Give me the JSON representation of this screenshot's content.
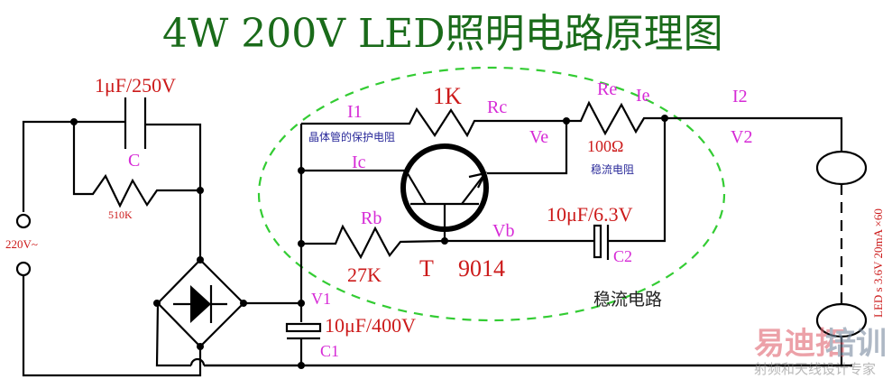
{
  "title": "4W 200V LED照明电路原理图",
  "colors": {
    "title": "#1a6b1a",
    "value": "#cc1a1a",
    "label": "#d62ad6",
    "note": "#2a2a9a",
    "dashed_region": "#33cc33"
  },
  "input": {
    "source": "220V~"
  },
  "components": {
    "c_value": "1μF/250V",
    "c_label": "C",
    "r_parallel": "510K",
    "rc_value": "1K",
    "rc_label": "Rc",
    "rc_note": "晶体管的保护电阻",
    "re_label": "Re",
    "re_value": "100Ω",
    "re_note": "稳流电阻",
    "rb_label": "Rb",
    "rb_value": "27K",
    "transistor_label": "T",
    "transistor_model": "9014",
    "c2_value": "10μF/6.3V",
    "c2_label": "C2",
    "c1_value": "10μF/400V",
    "c1_label": "C1"
  },
  "nodes": {
    "i1": "I1",
    "ic": "Ic",
    "ie": "Ie",
    "ve": "Ve",
    "vb": "Vb",
    "v1": "V1",
    "i2": "I2",
    "v2": "V2"
  },
  "region_label": "稳流电路",
  "leds": {
    "spec": "LED s  3.6V 20mA   ×60"
  },
  "watermark": {
    "brand_a": "易迪拓",
    "brand_b": "培训",
    "tagline": "射频和天线设计专家"
  }
}
